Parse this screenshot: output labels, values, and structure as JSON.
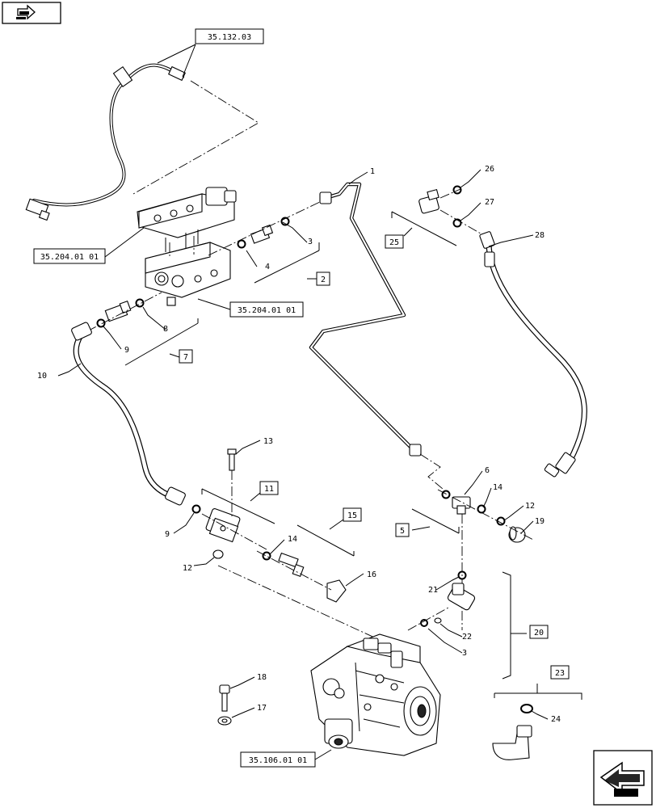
{
  "nav_icons": {
    "top_left": "arrow-next-page-icon",
    "bottom_right": "arrow-previous-page-icon"
  },
  "references": {
    "r1": "35.132.03",
    "r2": "35.204.01 01",
    "r3": "35.204.01 01",
    "r4": "35.106.01 01"
  },
  "callouts": {
    "c1": "1",
    "c2": "2",
    "c3a": "3",
    "c3b": "3",
    "c4": "4",
    "c5": "5",
    "c6": "6",
    "c7": "7",
    "c8": "8",
    "c9a": "9",
    "c9b": "9",
    "c10": "10",
    "c11": "11",
    "c12a": "12",
    "c12b": "12",
    "c13": "13",
    "c14a": "14",
    "c14b": "14",
    "c15": "15",
    "c16": "16",
    "c17": "17",
    "c18": "18",
    "c19": "19",
    "c20": "20",
    "c21": "21",
    "c22": "22",
    "c23": "23",
    "c24": "24",
    "c25": "25",
    "c26": "26",
    "c27": "27",
    "c28": "28"
  }
}
